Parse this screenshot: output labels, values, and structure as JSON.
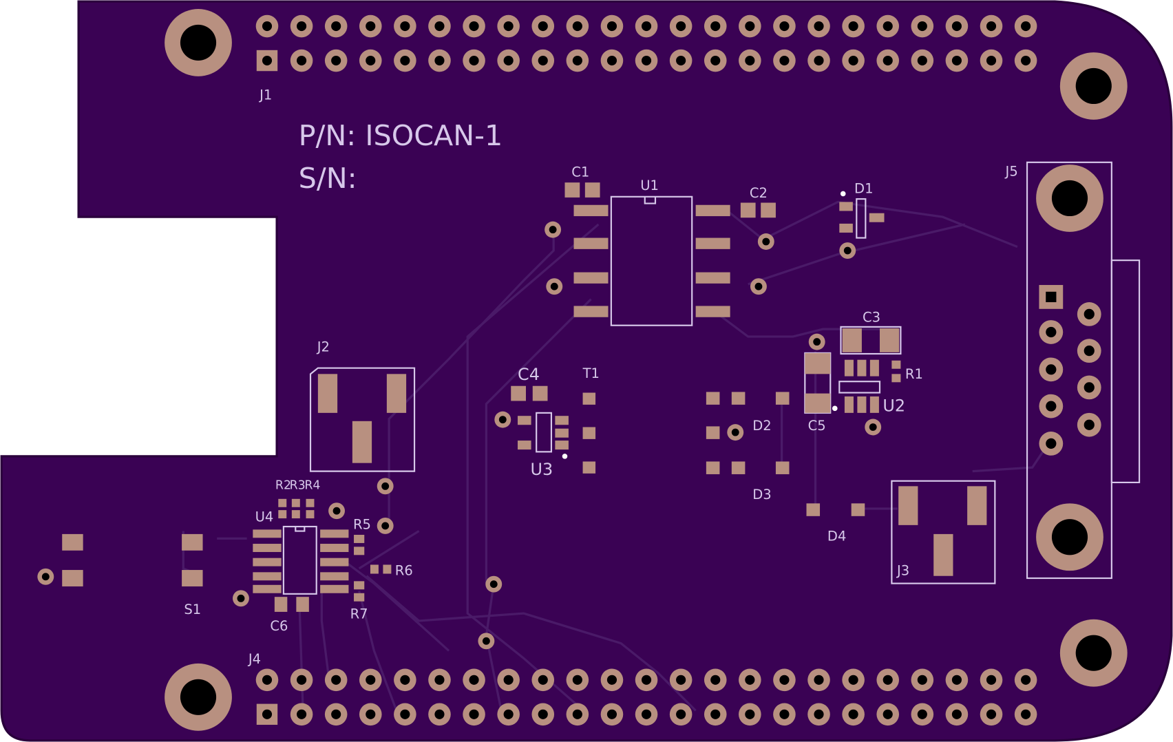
{
  "board": {
    "colors": {
      "soldermask": "#3a0254",
      "outline": "#2a003c",
      "trace": "#4a1a68",
      "copper": "#b89080",
      "hole": "#000000",
      "silkscreen": "#d7c8ea"
    },
    "pn_line": "P/N: ISOCAN-1",
    "sn_line": "S/N:",
    "labels": {
      "J1": "J1",
      "J2": "J2",
      "J3": "J3",
      "J4": "J4",
      "J5": "J5",
      "U1": "U1",
      "U2": "U2",
      "U3": "U3",
      "U4": "U4",
      "C1": "C1",
      "C2": "C2",
      "C3": "C3",
      "C4": "C4",
      "C5": "C5",
      "C6": "C6",
      "D1": "D1",
      "D2": "D2",
      "D3": "D3",
      "D4": "D4",
      "R1": "R1",
      "R2": "R2",
      "R3": "R3",
      "R4": "R4",
      "R5": "R5",
      "R6": "R6",
      "R7": "R7",
      "S1": "S1",
      "T1": "T1"
    }
  }
}
